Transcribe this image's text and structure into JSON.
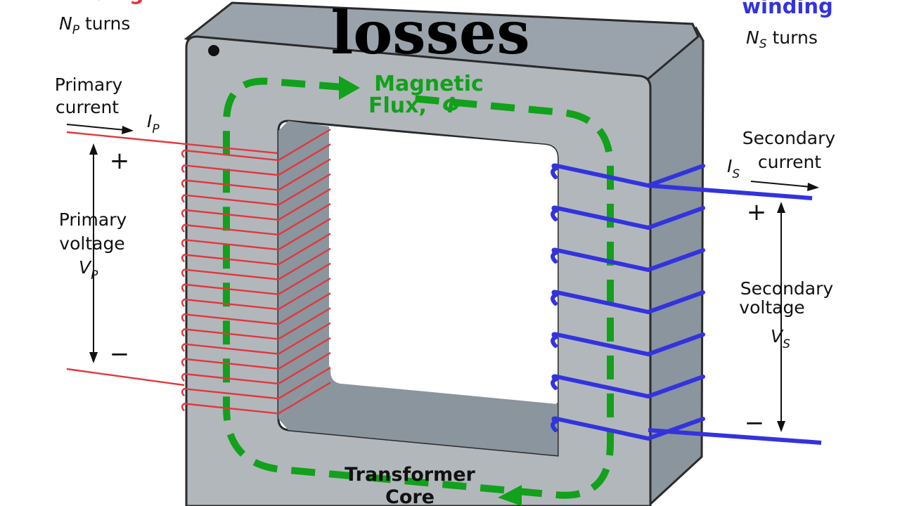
{
  "heading": "losses",
  "primary": {
    "winding_label": "winding",
    "turns_symbol": "N",
    "turns_sub": "P",
    "turns_word": "turns",
    "current_line1": "Primary",
    "current_line2": "current",
    "current_symbol": "I",
    "current_sub": "P",
    "voltage_line1": "Primary",
    "voltage_line2": "voltage",
    "voltage_symbol": "V",
    "voltage_sub": "P",
    "plus": "+",
    "minus": "−",
    "color": "#e0383c"
  },
  "secondary": {
    "winding_label": "winding",
    "turns_symbol": "N",
    "turns_sub": "S",
    "turns_word": "turns",
    "current_line1": "Secondary",
    "current_line2": "current",
    "current_symbol": "I",
    "current_sub": "S",
    "voltage_line1": "Secondary",
    "voltage_line2": "voltage",
    "voltage_symbol": "V",
    "voltage_sub": "S",
    "plus": "+",
    "minus": "−",
    "color": "#3333dd"
  },
  "flux": {
    "line1": "Magnetic",
    "line2": "Flux,",
    "symbol": "Φ",
    "color": "#11a11a"
  },
  "core": {
    "line1": "Transformer",
    "line2": "Core",
    "face_color": "#b2b7bc",
    "side_color": "#8a959e"
  }
}
